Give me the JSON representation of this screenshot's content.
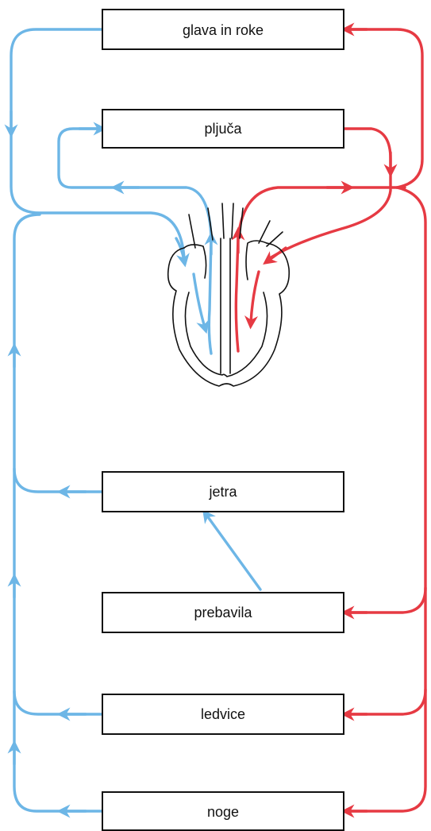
{
  "organs": {
    "head_arms": "glava in roke",
    "lungs": "pljuča",
    "liver": "jetra",
    "digestive": "prebavila",
    "kidneys": "ledvice",
    "legs": "noge"
  },
  "colors": {
    "deoxygenated_blood": "#6db6e6",
    "oxygenated_blood": "#e63a43",
    "outline": "#111111"
  }
}
